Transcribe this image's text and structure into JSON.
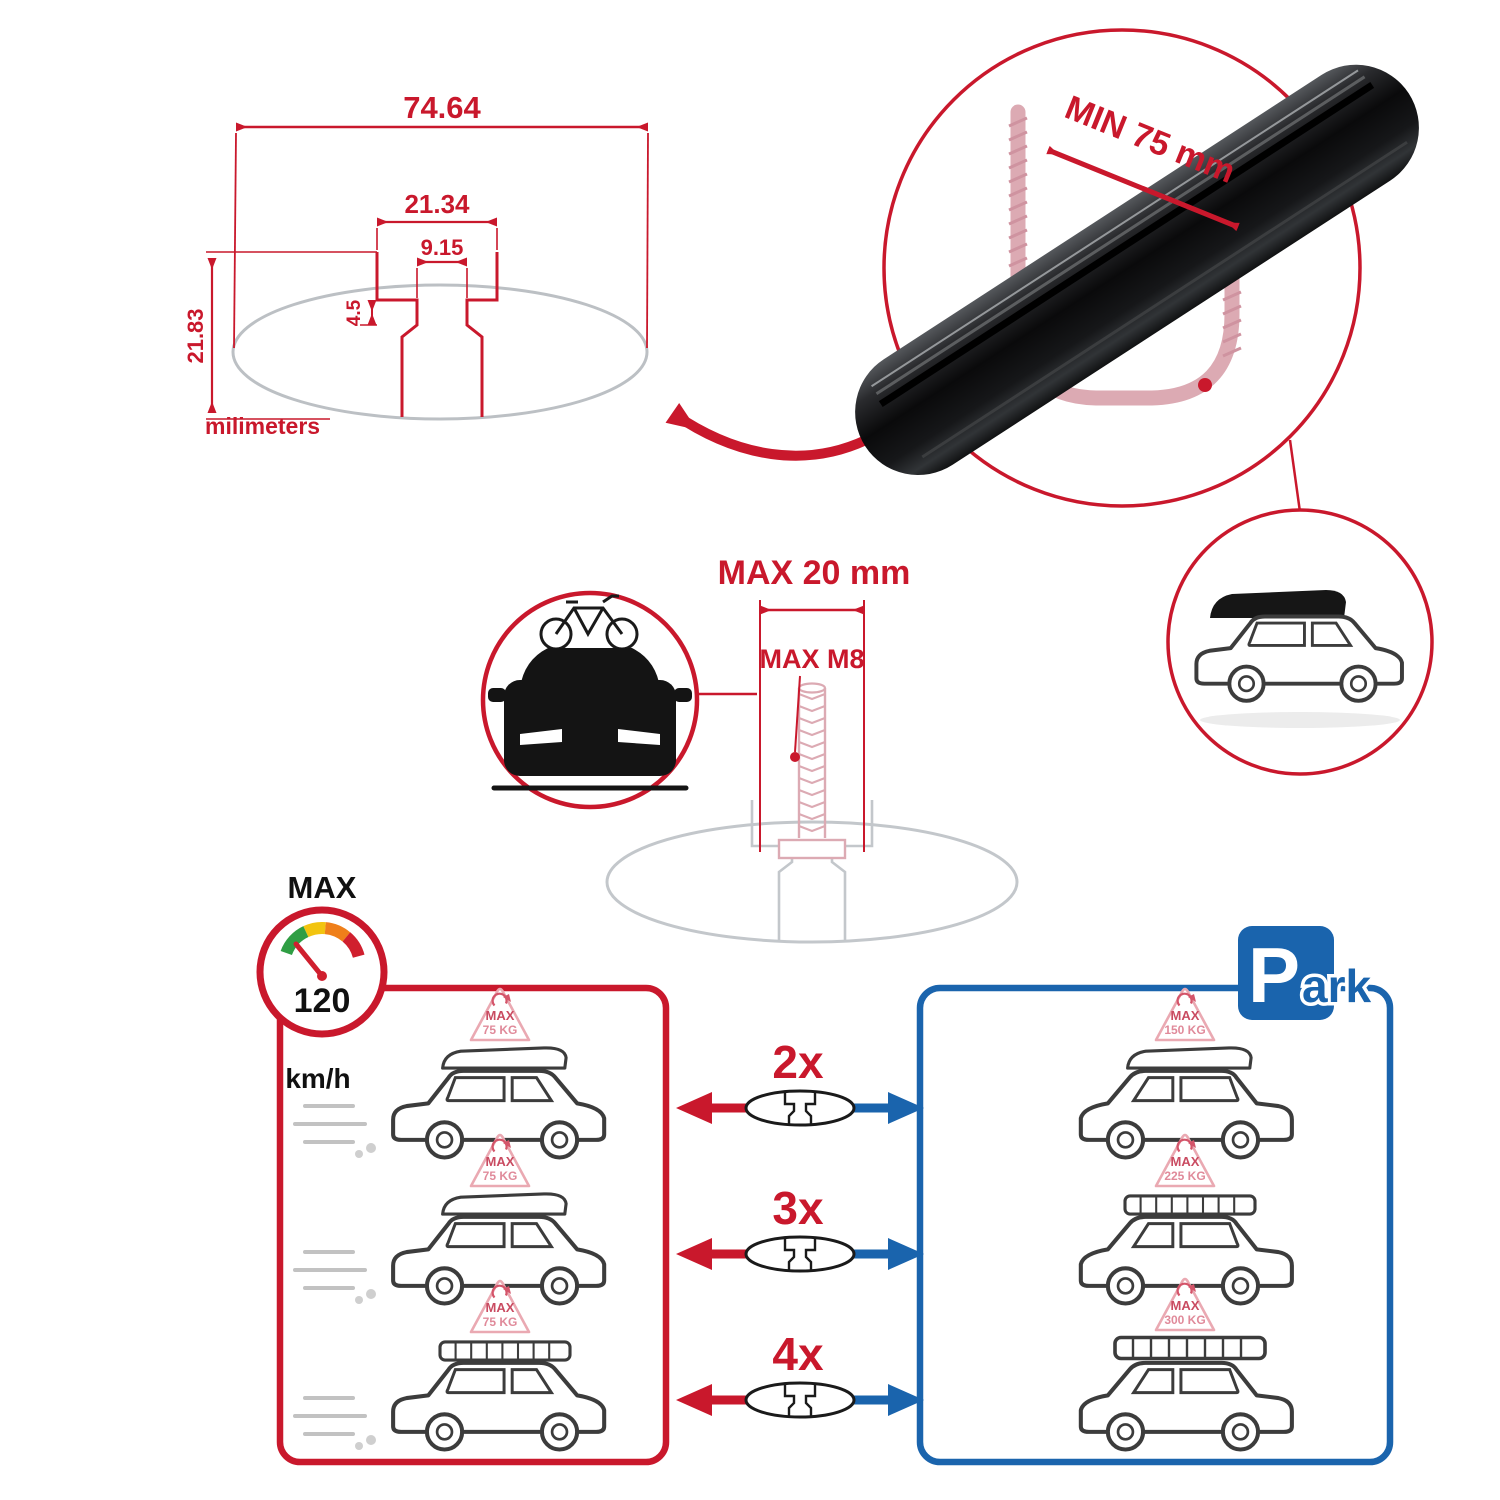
{
  "tech_drawing": {
    "dim_total_width": "74.64",
    "dim_outer_width": "21.34",
    "dim_slot_width": "9.15",
    "dim_step_depth": "4.5",
    "dim_height": "21.83",
    "unit_label": "milimeters"
  },
  "bar_render": {
    "min_span_label": "MIN 75 mm"
  },
  "bolt_diagram": {
    "max_width_label": "MAX 20 mm",
    "max_thread_label": "MAX M8"
  },
  "speedometer": {
    "max_label": "MAX",
    "value": "120",
    "unit": "km/h"
  },
  "driving_panel": {
    "cars": [
      {
        "tag_line1": "MAX",
        "tag_line2": "75 KG"
      },
      {
        "tag_line1": "MAX",
        "tag_line2": "75 KG"
      },
      {
        "tag_line1": "MAX",
        "tag_line2": "75 KG"
      }
    ]
  },
  "quantity_rows": [
    {
      "count": "2x"
    },
    {
      "count": "3x"
    },
    {
      "count": "4x"
    }
  ],
  "parked_panel": {
    "park_sign_p": "P",
    "park_sign_suffix": "ark",
    "cars": [
      {
        "tag_line1": "MAX",
        "tag_line2": "150 KG"
      },
      {
        "tag_line1": "MAX",
        "tag_line2": "225 KG"
      },
      {
        "tag_line1": "MAX",
        "tag_line2": "300 KG"
      }
    ]
  },
  "colors": {
    "red": "#c9182c",
    "blue": "#1a64ad",
    "pink": "#eaa9b2",
    "gray": "#bcc0c4",
    "dark": "#141414"
  }
}
